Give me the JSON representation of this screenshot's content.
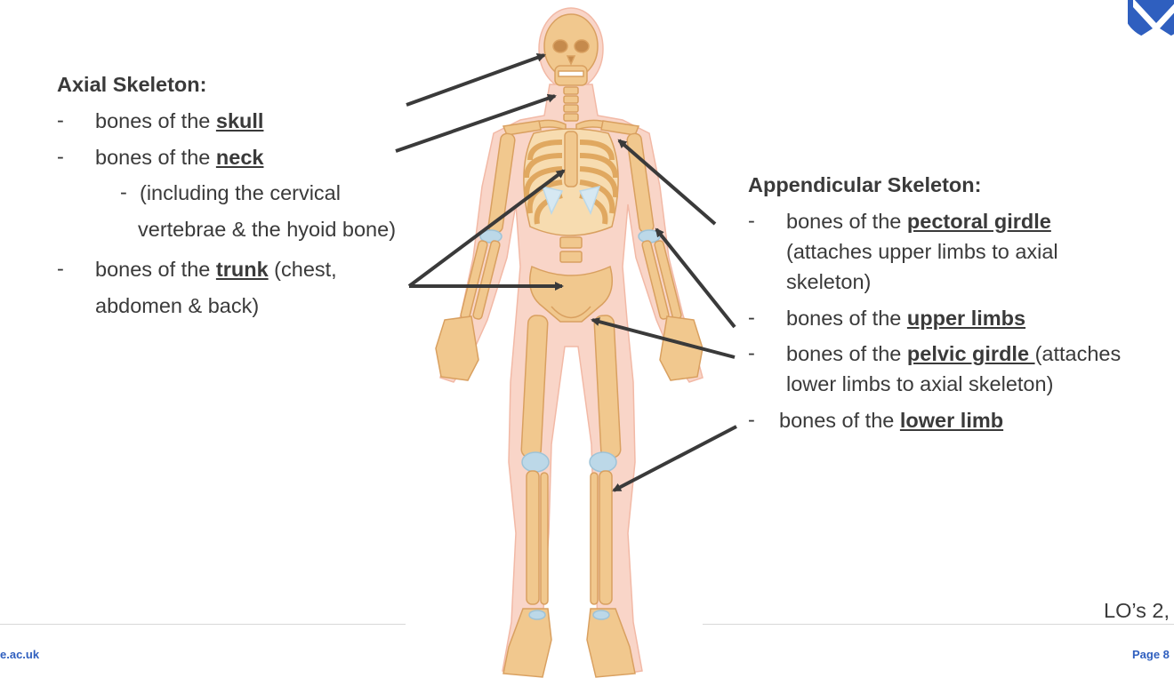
{
  "axial": {
    "heading": "Axial Skeleton:",
    "items": [
      {
        "dash": "-",
        "prefix": "bones of the ",
        "keyword": "skull"
      },
      {
        "dash": "-",
        "prefix": "bones of the ",
        "keyword": "neck"
      },
      {
        "sub_dash": "-",
        "sub_line1": "(including the cervical",
        "sub_line2": "vertebrae & the hyoid bone)"
      },
      {
        "dash": "-",
        "prefix": "bones of the ",
        "keyword": "trunk",
        "suffix": " (chest,",
        "line2": "abdomen & back)"
      }
    ]
  },
  "appendicular": {
    "heading": "Appendicular Skeleton:",
    "items": [
      {
        "dash": "-",
        "prefix": "bones of the ",
        "keyword": "pectoral girdle",
        "line2": "(attaches upper limbs to axial",
        "line3": "skeleton)"
      },
      {
        "dash": "-",
        "prefix": "bones of the ",
        "keyword": "upper limbs"
      },
      {
        "dash": "-",
        "prefix": "bones of the ",
        "keyword": "pelvic girdle ",
        "suffix": "(attaches",
        "line2": "lower limbs to axial skeleton)"
      },
      {
        "dash": "-",
        "prefix": "bones of the ",
        "keyword": "lower limb"
      }
    ]
  },
  "footer": {
    "link": "e.ac.uk",
    "page": "Page  8",
    "lo": "LO’s 2,"
  },
  "colors": {
    "text": "#3a3a3a",
    "arrow": "#3a3a3a",
    "bone": "#f1c88e",
    "bone_shade": "#d9a060",
    "skin": "#f9d5c8",
    "cartilage": "#bcd8e8",
    "accent_blue": "#2f5fbf"
  },
  "icons": [
    "skeleton-illustration",
    "logo-shield-icon"
  ]
}
